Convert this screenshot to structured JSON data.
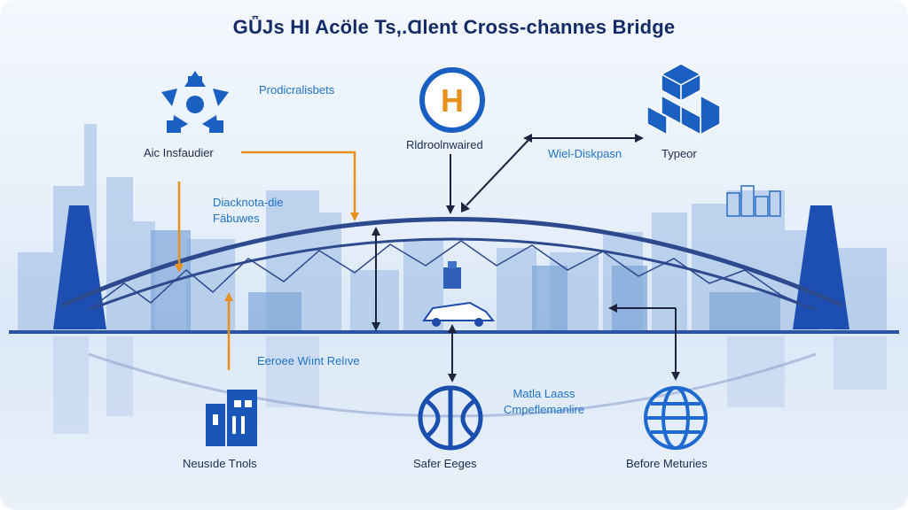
{
  "title": "GǕJs HI Acöle Ts,.Ɑlent Cross-channes Bridge",
  "labels": {
    "top_left_heading": "Prodicralisbets",
    "top_left_caption": "Aic Insfaudier",
    "left_mid": "Diacknota-die\nFäbuwes",
    "top_center_caption": "Rldroolnwaired",
    "top_right_mid": "Wiel-Diskpasn",
    "top_right_caption": "Typeor",
    "center_mid": "Eeroee Wiınt Relıve",
    "bottom_left_caption": "Neusıde Tnols",
    "bottom_center_caption": "Safer Eeges",
    "bottom_center_right": "Matla Laass\nCmpeflemanlire",
    "bottom_right_caption": "Before Meturies"
  },
  "colors": {
    "accent_blue": "#1e73c8",
    "dark_blue": "#133a8e",
    "orange": "#e8901e",
    "title": "#132b66",
    "city": "#7fa6d9"
  },
  "icons": [
    "network-icon",
    "hospital-h-icon",
    "cubes-icon",
    "buildings-icon",
    "basketball-icon",
    "globe-icon",
    "car-icon",
    "bridge-icon"
  ]
}
